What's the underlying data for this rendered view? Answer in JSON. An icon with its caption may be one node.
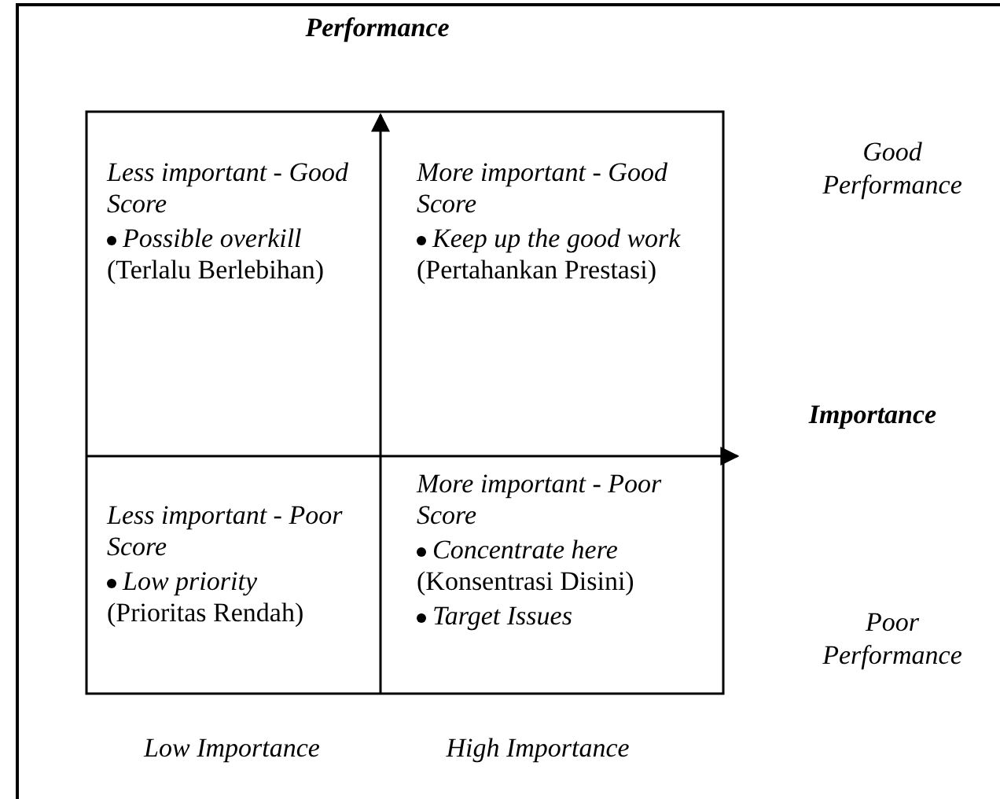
{
  "diagram": {
    "nodes": [
      {
        "text": [
          "Less important - Good Score",
          "*Possible overkill* (Terlalu Berlebihan)"
        ]
      },
      {
        "text": [
          "More important - Good Score",
          "*Keep up the good work* (Pertahankan Prestasi)"
        ]
      },
      {
        "text": [
          "Less important - Poor Score",
          "*Low priority* (Prioritas Rendah)"
        ]
      },
      {
        "text": [
          "More important - Poor Score",
          "*Concentrate here* (Konsentrasi Disini)",
          "*Target Issues*"
        ]
      }
    ],
    "labels": [
      "Performance",
      "Good Performance",
      "Importance",
      "Poor Performance",
      "Low Importance",
      "High Importance"
    ]
  }
}
